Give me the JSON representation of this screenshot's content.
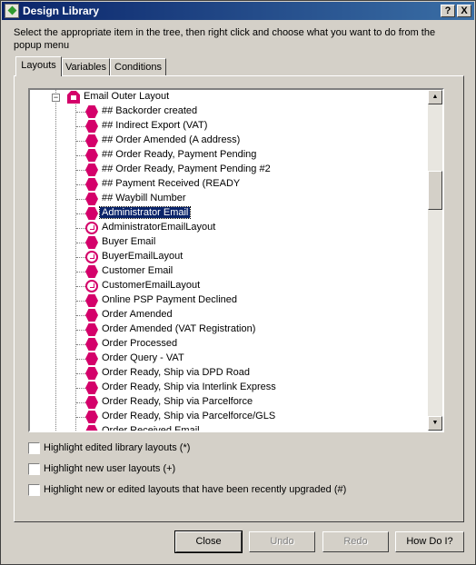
{
  "window": {
    "title": "Design Library",
    "help_button": "?",
    "close_button": "X"
  },
  "instructions": "Select the appropriate item in the tree,  then right click and choose what you want to do from the popup menu",
  "tabs": [
    {
      "label": "Layouts",
      "active": true
    },
    {
      "label": "Variables",
      "active": false
    },
    {
      "label": "Conditions",
      "active": false
    }
  ],
  "tree": {
    "group": {
      "label": "Email Outer Layout",
      "expander": "−"
    },
    "items": [
      {
        "label": "## Backorder created",
        "icon": "hexagon-icon"
      },
      {
        "label": "## Indirect Export (VAT)",
        "icon": "hexagon-icon"
      },
      {
        "label": "## Order Amended (A      address)",
        "icon": "hexagon-icon"
      },
      {
        "label": "## Order Ready, Payment Pending",
        "icon": "hexagon-icon"
      },
      {
        "label": "## Order Ready, Payment Pending #2",
        "icon": "hexagon-icon"
      },
      {
        "label": "## Payment Received (READY",
        "icon": "hexagon-icon"
      },
      {
        "label": "## Waybill Number",
        "icon": "hexagon-icon"
      },
      {
        "label": "Administrator Email",
        "icon": "hexagon-icon",
        "selected": true
      },
      {
        "label": "AdministratorEmailLayout",
        "icon": "circle-icon"
      },
      {
        "label": "Buyer Email",
        "icon": "hexagon-icon"
      },
      {
        "label": "BuyerEmailLayout",
        "icon": "circle-icon"
      },
      {
        "label": "Customer Email",
        "icon": "hexagon-icon"
      },
      {
        "label": "CustomerEmailLayout",
        "icon": "circle-icon"
      },
      {
        "label": "Online PSP Payment Declined",
        "icon": "hexagon-icon"
      },
      {
        "label": "Order Amended",
        "icon": "hexagon-icon"
      },
      {
        "label": "Order Amended (VAT Registration)",
        "icon": "hexagon-icon"
      },
      {
        "label": "Order Processed",
        "icon": "hexagon-icon"
      },
      {
        "label": "Order Query - VAT",
        "icon": "hexagon-icon"
      },
      {
        "label": "Order Ready, Ship via DPD Road",
        "icon": "hexagon-icon"
      },
      {
        "label": "Order Ready, Ship via Interlink Express",
        "icon": "hexagon-icon"
      },
      {
        "label": "Order Ready, Ship via Parcelforce",
        "icon": "hexagon-icon"
      },
      {
        "label": "Order Ready, Ship via Parcelforce/GLS",
        "icon": "hexagon-icon"
      },
      {
        "label": "Order Received Email",
        "icon": "hexagon-icon"
      }
    ]
  },
  "checkboxes": [
    {
      "label": "Highlight edited library layouts (*)",
      "checked": false
    },
    {
      "label": "Highlight new user layouts (+)",
      "checked": false
    },
    {
      "label": "Highlight new or edited layouts that have been recently upgraded (#)",
      "checked": false
    }
  ],
  "buttons": {
    "close": "Close",
    "undo": "Undo",
    "redo": "Redo",
    "how_do_i": "How Do I?"
  },
  "colors": {
    "titlebar": "#0a246a",
    "icon_magenta": "#d4006a",
    "selection": "#0a246a"
  }
}
